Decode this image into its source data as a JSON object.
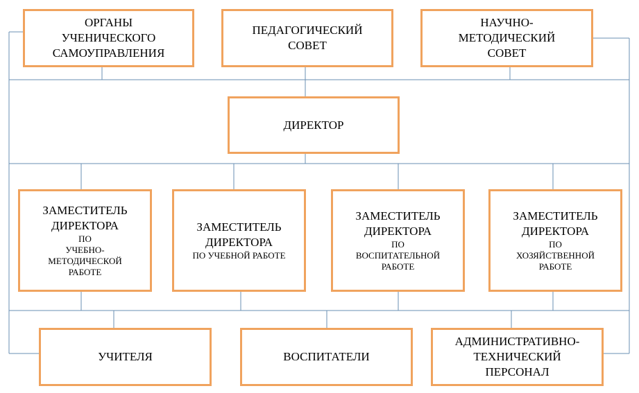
{
  "colors": {
    "box_border": "#f0a35e",
    "connector": "#6a8fb3",
    "text": "#000000"
  },
  "top_row": [
    {
      "id": "student-self-government",
      "title": "ОРГАНЫ\nУЧЕНИЧЕСКОГО\nСАМОУПРАВЛЕНИЯ",
      "sub": ""
    },
    {
      "id": "pedagogical-council",
      "title": "ПЕДАГОГИЧЕСКИЙ\nСОВЕТ",
      "sub": ""
    },
    {
      "id": "scientific-methodical-council",
      "title": "НАУЧНО-\nМЕТОДИЧЕСКИЙ\nСОВЕТ",
      "sub": ""
    }
  ],
  "director": {
    "title": "ДИРЕКТОР"
  },
  "deputies": [
    {
      "id": "deputy-methodical",
      "title": "ЗАМЕСТИТЕЛЬ\nДИРЕКТОРА",
      "sub": "ПО\nУЧЕБНО-\nМЕТОДИЧЕСКОЙ\nРАБОТЕ"
    },
    {
      "id": "deputy-educational",
      "title": "ЗАМЕСТИТЕЛЬ\nДИРЕКТОРА",
      "sub": "ПО УЧЕБНОЙ РАБОТЕ"
    },
    {
      "id": "deputy-upbringing",
      "title": "ЗАМЕСТИТЕЛЬ\nДИРЕКТОРА",
      "sub": "ПО\nВОСПИТАТЕЛЬНОЙ\nРАБОТЕ"
    },
    {
      "id": "deputy-economic",
      "title": "ЗАМЕСТИТЕЛЬ\nДИРЕКТОРА",
      "sub": "ПО\nХОЗЯЙСТВЕННОЙ\nРАБОТЕ"
    }
  ],
  "bottom_row": [
    {
      "id": "teachers",
      "title": "УЧИТЕЛЯ",
      "sub": ""
    },
    {
      "id": "educators",
      "title": "ВОСПИТАТЕЛИ",
      "sub": ""
    },
    {
      "id": "administrative-staff",
      "title": "АДМИНИСТРАТИВНО-\nТЕХНИЧЕСКИЙ\nПЕРСОНАЛ",
      "sub": ""
    }
  ]
}
